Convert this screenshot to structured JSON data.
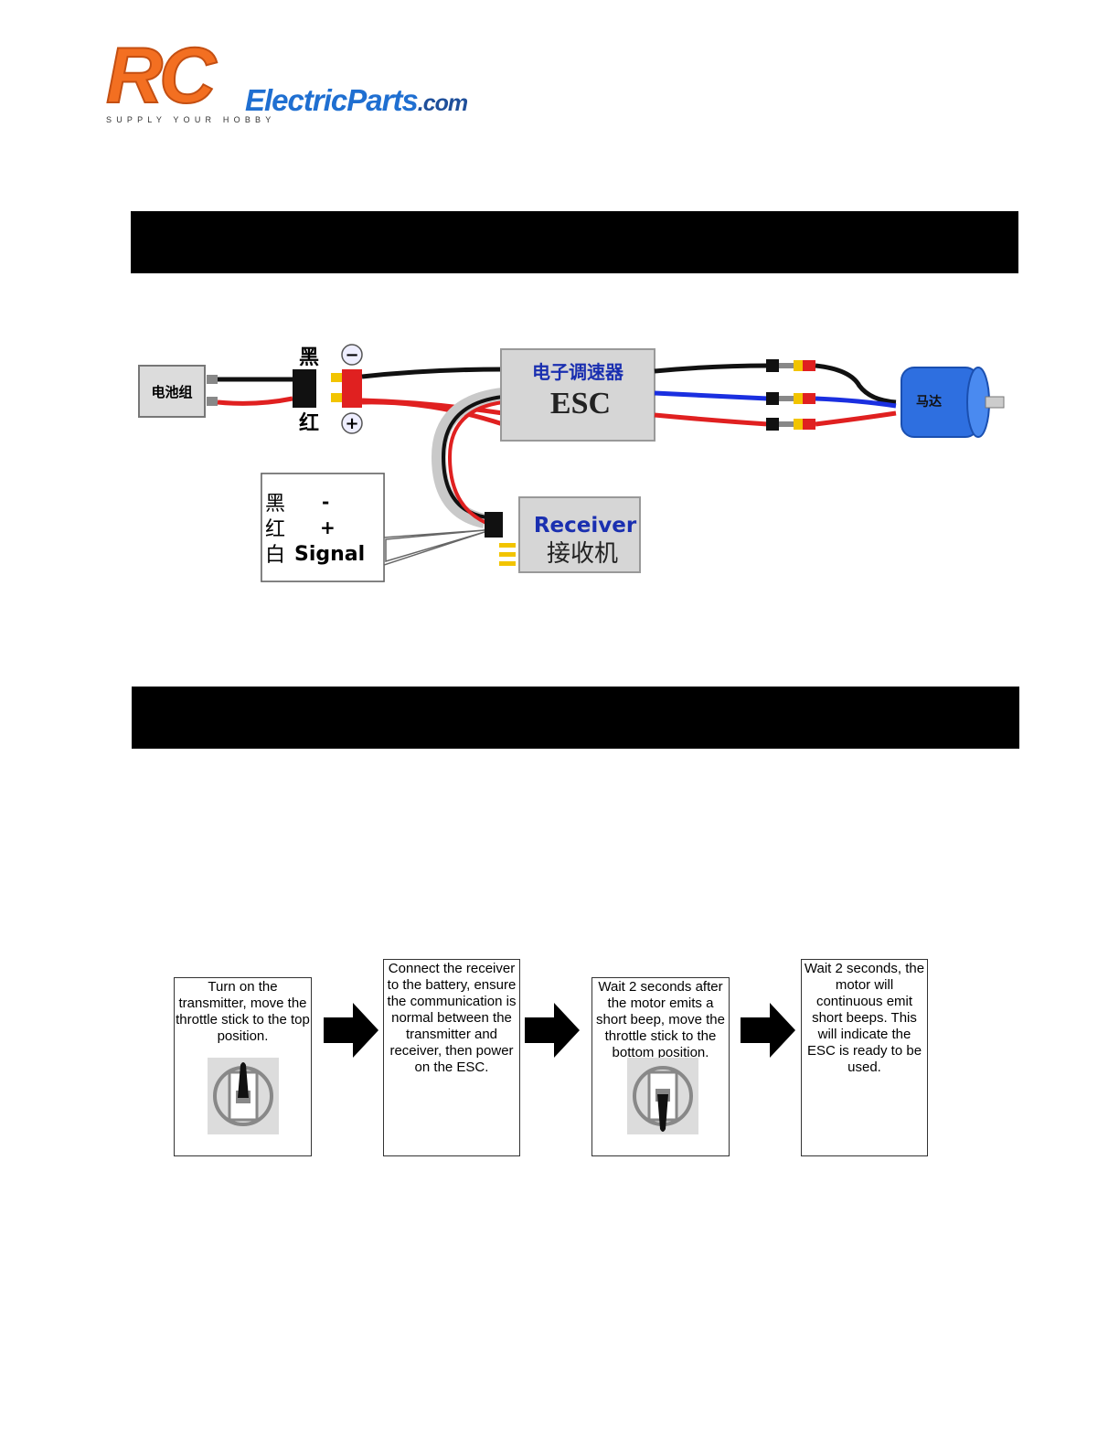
{
  "logo": {
    "rc": "RC",
    "electric_parts": "ElectricParts",
    "com": ".com",
    "tagline": "SUPPLY YOUR HOBBY"
  },
  "wiring": {
    "battery_label": "电池组",
    "black_label": "黑",
    "red_label": "红",
    "minus_symbol": "−",
    "plus_symbol": "+",
    "esc_cn": "电子调速器",
    "esc_en": "ESC",
    "motor_label": "马达",
    "receiver_en": "Receiver",
    "receiver_cn": "接收机",
    "legend": {
      "row1_cn": "黑",
      "row1_sym": "-",
      "row2_cn": "红",
      "row2_sym": "+",
      "row3_cn": "白",
      "row3_sym": "Signal"
    }
  },
  "steps": [
    {
      "text": "Turn on the transmitter, move the throttle stick to the top position."
    },
    {
      "text": "Connect the receiver to the battery, ensure the communication is normal between the transmitter and receiver, then power on the ESC."
    },
    {
      "text": "Wait 2 seconds after the motor emits a short beep, move the throttle stick to the bottom position."
    },
    {
      "text": "Wait 2 seconds, the motor will continuous emit short beeps. This will indicate the ESC is ready to be used."
    }
  ],
  "colors": {
    "logo_orange": "#f36f21",
    "logo_blue": "#1f6fd1",
    "bar": "#000000",
    "wire_red": "#e02020",
    "wire_blue": "#1a2fe0",
    "motor_blue": "#2e6fe0"
  }
}
